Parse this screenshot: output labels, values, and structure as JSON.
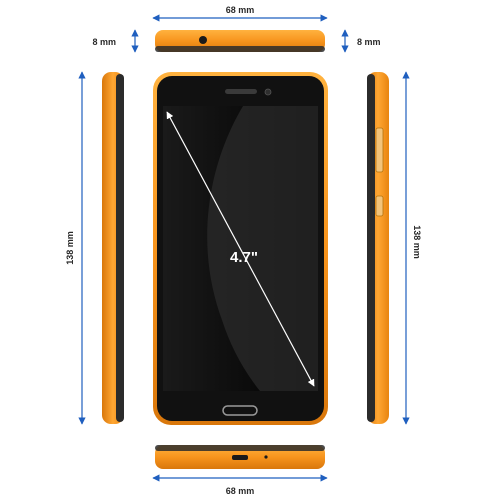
{
  "dimensions": {
    "top_width": "68 mm",
    "bottom_width": "68 mm",
    "thickness_left": "8 mm",
    "thickness_right": "8 mm",
    "height_left": "138 mm",
    "height_right": "138 mm",
    "screen_diagonal": "4.7\""
  },
  "colors": {
    "body_orange": "#f7941d",
    "body_dark": "#2b2b2b",
    "dimension_blue": "#1f5fbf",
    "screen_black": "#0d0d0d"
  }
}
